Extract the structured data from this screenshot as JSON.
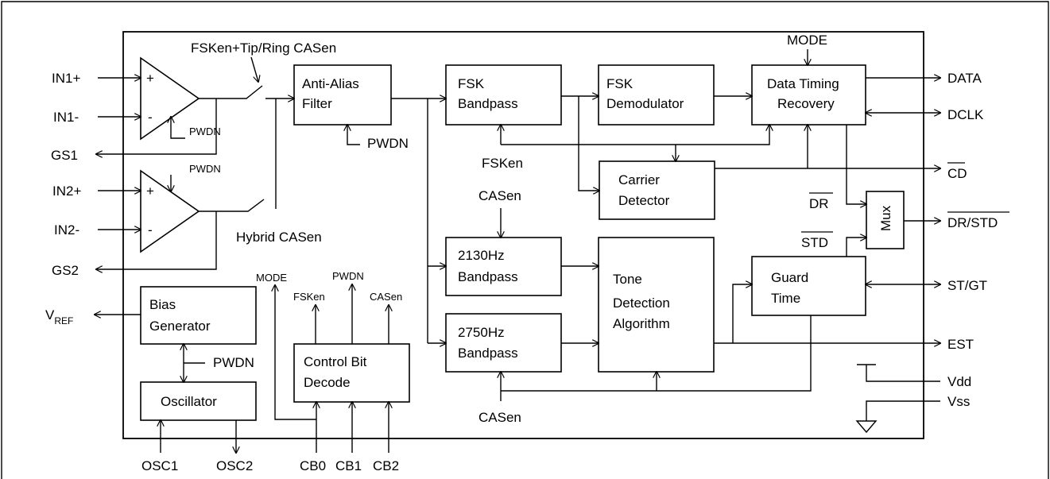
{
  "blocks": {
    "anti_alias": [
      "Anti-Alias",
      "Filter"
    ],
    "fsk_bandpass": [
      "FSK",
      "Bandpass"
    ],
    "fsk_demod": [
      "FSK",
      "Demodulator"
    ],
    "data_timing": [
      "Data Timing",
      "Recovery"
    ],
    "carrier_detector": [
      "Carrier",
      "Detector"
    ],
    "bp_2130": [
      "2130Hz",
      "Bandpass"
    ],
    "bp_2750": [
      "2750Hz",
      "Bandpass"
    ],
    "tone_detect": [
      "Tone",
      "Detection",
      "Algorithm"
    ],
    "guard_time": [
      "Guard",
      "Time"
    ],
    "mux": "Mux",
    "bias_gen": [
      "Bias",
      "Generator"
    ],
    "oscillator": "Oscillator",
    "control_decode": [
      "Control Bit",
      "Decode"
    ]
  },
  "pins_left": {
    "in1p": "IN1+",
    "in1m": "IN1-",
    "gs1": "GS1",
    "in2p": "IN2+",
    "in2m": "IN2-",
    "gs2": "GS2",
    "vref": "V",
    "vref_sub": "REF"
  },
  "pins_right": {
    "data": "DATA",
    "dclk": "DCLK",
    "cd": "CD",
    "dr_std": "DR/STD",
    "st_gt": "ST/GT",
    "est": "EST",
    "vdd": "Vdd",
    "vss": "Vss"
  },
  "pins_bottom": {
    "osc1": "OSC1",
    "osc2": "OSC2",
    "cb0": "CB0",
    "cb1": "CB1",
    "cb2": "CB2"
  },
  "signals": {
    "fsken_tipring": "FSKen+Tip/Ring CASen",
    "hybrid_casen": "Hybrid CASen",
    "pwdn": "PWDN",
    "mode": "MODE",
    "fsken": "FSKen",
    "casen": "CASen",
    "dr": "DR",
    "std": "STD"
  },
  "opamp_marks": {
    "plus": "+",
    "minus": "-"
  }
}
